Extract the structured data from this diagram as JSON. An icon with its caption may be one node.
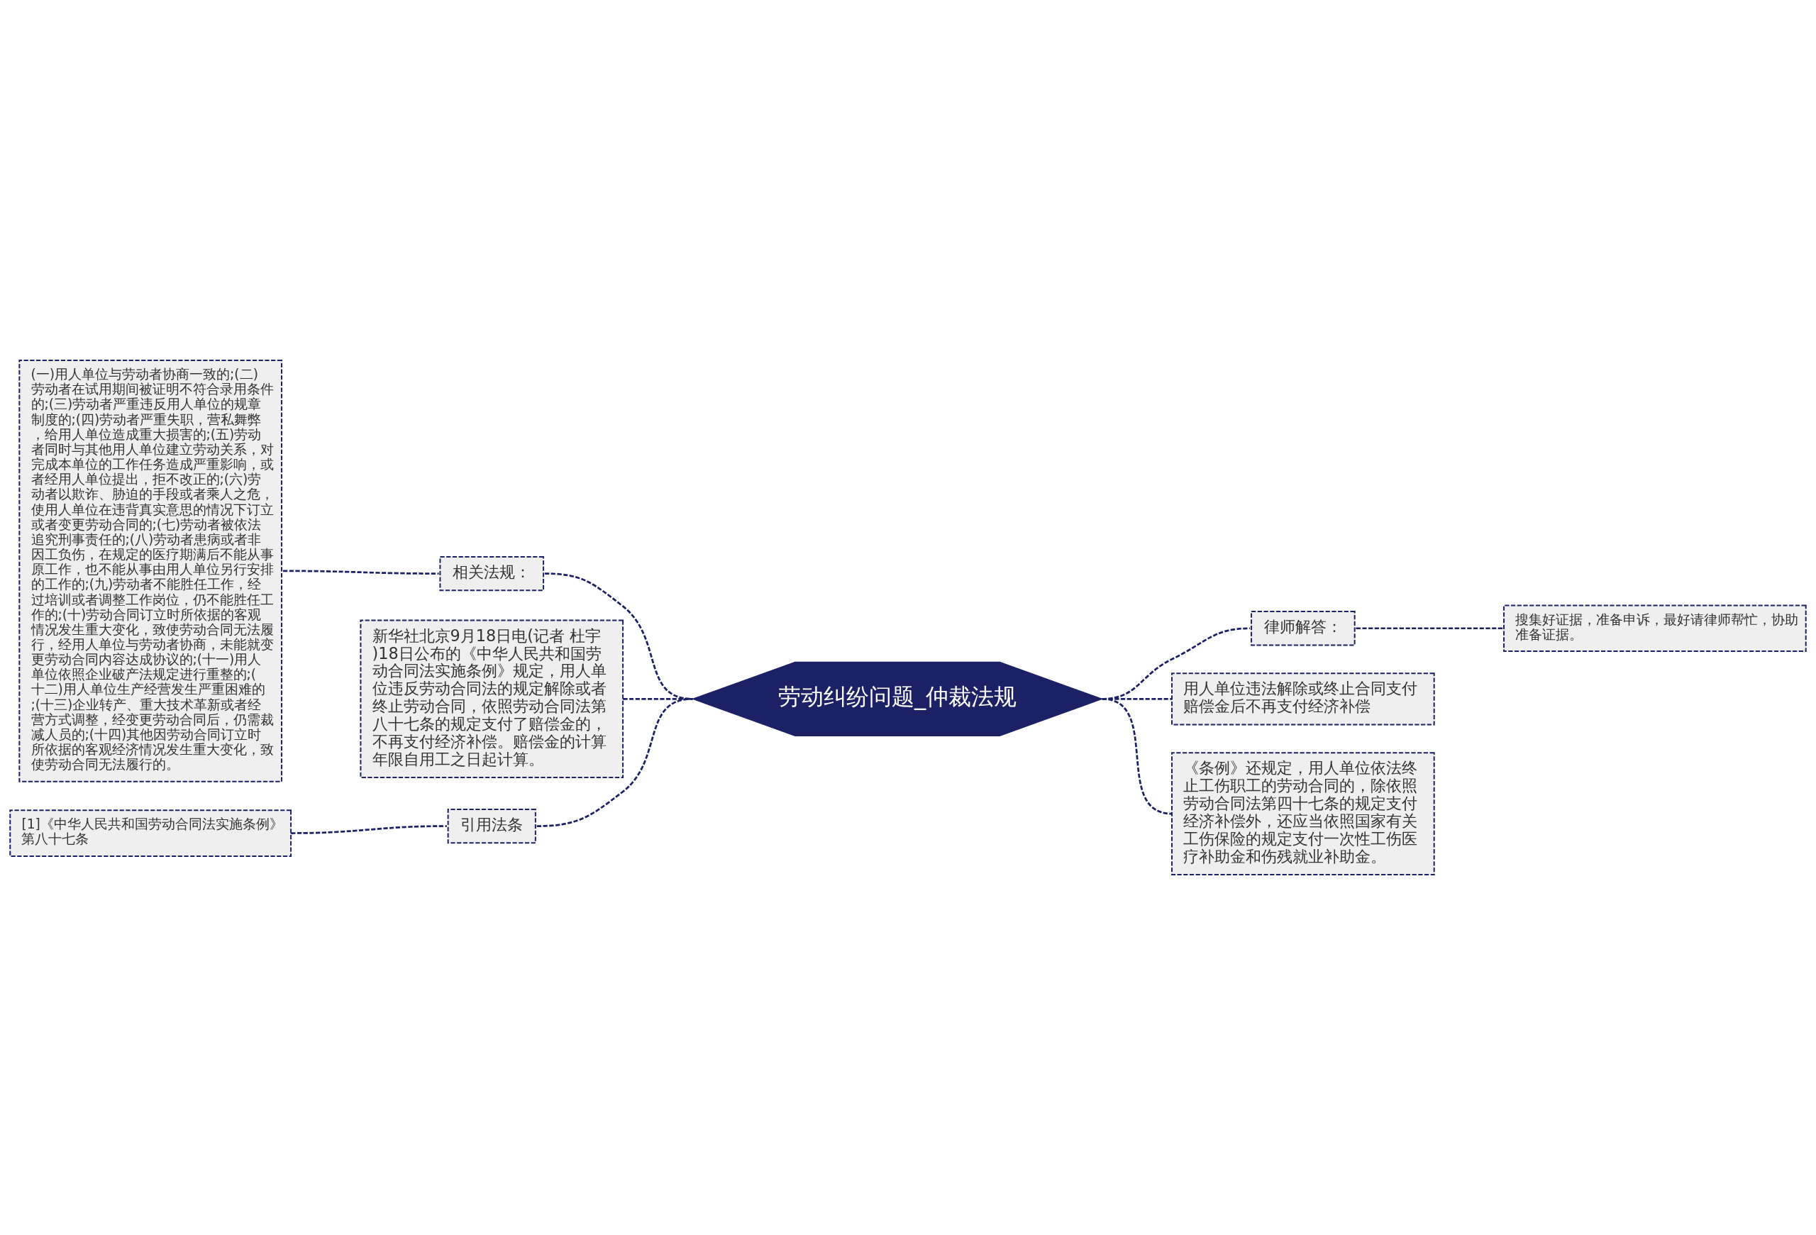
{
  "diagram": {
    "nodes": [
      {
        "text": [
          "劳动纠纷问题_仲裁法规"
        ]
      },
      {
        "text": [
          "相关法规："
        ]
      },
      {
        "text": [
          "(一)用人单位与劳动者协商一致的;(二)劳动者在试用期间被证明不符合录用条件的;(三)劳动者严重违反用人单位的规章制度的;(四)劳动者严重失职，营私舞弊，给用人单位造成重大损害的;(五)劳动者同时与其他用人单位建立劳动关系，对完成本单位的工作任务造成严重影响，或者经用人单位提出，拒不改正的;(六)劳动者以欺诈、胁迫的手段或者乘人之危，使用人单位在违背真实意思的情况下订立或者变更劳动合同的;(七)劳动者被依法追究刑事责任的;(八)劳动者患病或者非因工负伤，在规定的医疗期满后不能从事原工作，也不能从事由用人单位另行安排的工作的;(九)劳动者不能胜任工作，经过培训或者调整工作岗位，仍不能胜任工作的;(十)劳动合同订立时所依据的客观情况发生重大变化，致使劳动合同无法履行，经用人单位与劳动者协商，未能就变更劳动合同内容达成协议的;(十一)用人单位依照企业破产法规定进行重整的;(十二)用人单位生产经营发生严重困难的;(十三)企业转产、重大技术革新或者经营方式调整，经变更劳动合同后，仍需裁减人员的;(十四)其他因劳动合同订立时所依据的客观经济情况发生重大变化，致使劳动合同无法履行的。"
        ]
      },
      {
        "text": [
          "新华社北京9月18日电(记者 杜宇)18日公布的《中华人民共和国劳动合同法实施条例》规定，用人单位违反劳动合同法的规定解除或者终止劳动合同，依照劳动合同法第八十七条的规定支付了赔偿金的，不再支付经济补偿。赔偿金的计算年限自用工之日起计算。"
        ]
      },
      {
        "text": [
          "引用法条"
        ]
      },
      {
        "text": [
          "[1]《中华人民共和国劳动合同法实施条例》第八十七条"
        ]
      },
      {
        "text": [
          "律师解答："
        ]
      },
      {
        "text": [
          "搜集好证据，准备申诉，最好请律师帮忙，协助准备证据。"
        ]
      },
      {
        "text": [
          "用人单位违法解除或终止合同支付赔偿金后不再支付经济补偿"
        ]
      },
      {
        "text": [
          "《条例》还规定，用人单位依法终止工伤职工的劳动合同的，除依照劳动合同法第四十七条的规定支付经济补偿外，还应当依照国家有关工伤保险的规定支付一次性工伤医疗补助金和伤残就业补助金。"
        ]
      }
    ],
    "edges": [
      {
        "from": 0,
        "to": 1,
        "arrow": "none",
        "style": "dashed"
      },
      {
        "from": 1,
        "to": 2,
        "arrow": "none",
        "style": "dashed"
      },
      {
        "from": 0,
        "to": 3,
        "arrow": "none",
        "style": "dashed"
      },
      {
        "from": 0,
        "to": 4,
        "arrow": "none",
        "style": "dashed"
      },
      {
        "from": 4,
        "to": 5,
        "arrow": "none",
        "style": "dashed"
      },
      {
        "from": 0,
        "to": 6,
        "arrow": "none",
        "style": "dashed"
      },
      {
        "from": 6,
        "to": 7,
        "arrow": "none",
        "style": "dashed"
      },
      {
        "from": 0,
        "to": 8,
        "arrow": "none",
        "style": "dashed"
      },
      {
        "from": 0,
        "to": 9,
        "arrow": "none",
        "style": "dashed"
      }
    ]
  }
}
